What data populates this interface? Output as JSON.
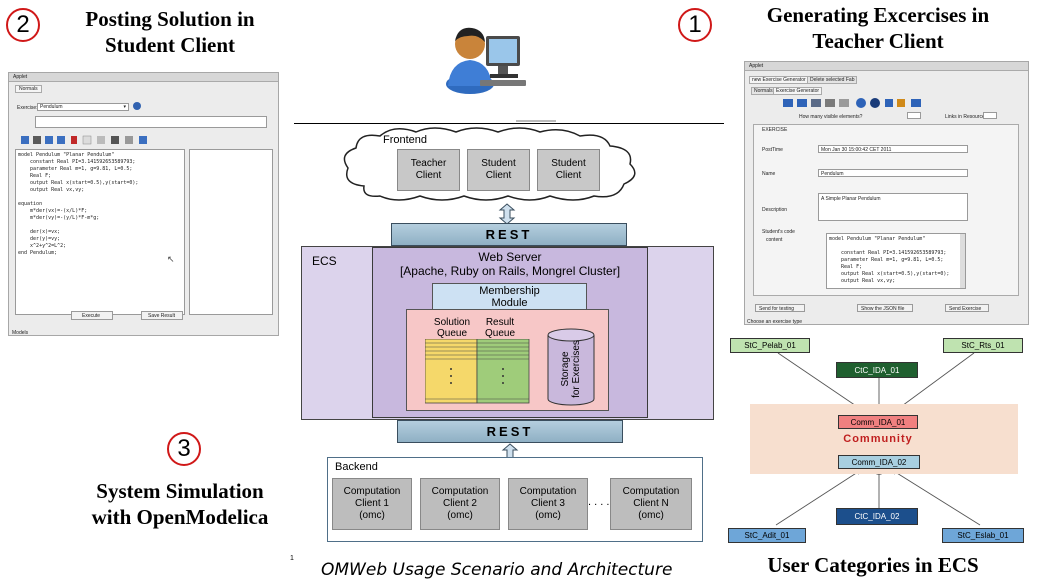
{
  "titles": {
    "posting": [
      "Posting Solution in",
      "Student Client"
    ],
    "generating": [
      "Generating Excercises in",
      "Teacher Client"
    ],
    "simulation": [
      "System Simulation",
      "with OpenModelica"
    ],
    "user_categories": "User Categories in ECS"
  },
  "steps": {
    "one": "1",
    "two": "2",
    "three": "3"
  },
  "caption": "OMWeb Usage Scenario and Architecture",
  "colors": {
    "step_circle": "#d01818",
    "frontend_cloud": "#ffffff",
    "ecs_frame": "#dcd3ec",
    "web_server": "#c8b8de",
    "membership": "#cde1f3",
    "queue_area": "#f7c7c7",
    "solution_queue": "#f5d86a",
    "result_queue": "#9fcc7a",
    "storage": "#c9b8dc",
    "rest_bar": "#9ebfd3",
    "community_area": "#f7dfcf",
    "community_text": "#c02020",
    "stc_green": "#bfe3b0",
    "ctc_darkgreen": "#1f5f2f",
    "comm_red": "#f08080",
    "comm_blue": "#a8cfe0",
    "stc_blue": "#6ea6d8",
    "ctc_darkblue": "#1c4f8c"
  },
  "architecture": {
    "frontend": {
      "label": "Frontend",
      "clients": [
        "Teacher\nClient",
        "Student\nClient",
        "Student\nClient"
      ]
    },
    "rest_top": "REST",
    "ecs": {
      "label": "ECS",
      "web_server": [
        "Web Server",
        "[Apache, Ruby on Rails, Mongrel Cluster]"
      ],
      "membership": [
        "Membership",
        "Module"
      ],
      "solution_queue": [
        "Solution",
        "Queue"
      ],
      "result_queue": [
        "Result",
        "Queue"
      ],
      "storage": [
        "Storage",
        "for Exercises"
      ]
    },
    "rest_bottom": "REST",
    "backend": {
      "label": "Backend",
      "clients": [
        [
          "Computation",
          "Client 1",
          "(omc)"
        ],
        [
          "Computation",
          "Client 2",
          "(omc)"
        ],
        [
          "Computation",
          "Client 3",
          "(omc)"
        ],
        [
          "Computation",
          "Client N",
          "(omc)"
        ]
      ],
      "ellipsis": ". . . ."
    }
  },
  "user_categories": {
    "top_left": "StC_Pelab_01",
    "top_right": "StC_Rts_01",
    "top_center": "CtC_IDA_01",
    "comm_1": "Comm_IDA_01",
    "community": "Community",
    "comm_2": "Comm_IDA_02",
    "bottom_left": "StC_Adit_01",
    "bottom_center": "CtC_IDA_02",
    "bottom_right": "StC_Eslab_01"
  },
  "student_client": {
    "window_title": "Applet",
    "tab": "Normals",
    "exercise_label": "Exercise:",
    "exercise_value": "Pendulum",
    "code_lines": [
      "model Pendulum \"Planar Pendulum\"",
      "    constant Real PI=3.141592653589793;",
      "    parameter Real m=1, g=9.81, L=0.5;",
      "    Real F;",
      "    output Real x(start=0.5),y(start=0);",
      "    output Real vx,vy;",
      "",
      "equation",
      "    m*der(vx)=-(x/L)*F;",
      "    m*der(vy)=-(y/L)*F-m*g;",
      "",
      "    der(x)=vx;",
      "    der(y)=vy;",
      "    x^2+y^2=L^2;",
      "end Pendulum;"
    ],
    "execute": "Execute",
    "save": "Save Result",
    "status": "Models"
  },
  "teacher_client": {
    "window_title": "Applet",
    "tabs": [
      "new Exercise Generator",
      "Delete selected Fab"
    ],
    "subtabs": [
      "Normals",
      "Exercise Generator"
    ],
    "visible_question": "How many visible elements?",
    "links_question": "Links in Resources?",
    "fieldset": "EXERCISE",
    "posttime_label": "PostTime",
    "posttime_value": "Mon Jan 30 15:00:42 CET 2011",
    "name_label": "Name",
    "name_value": "Pendulum",
    "description_label": "Description",
    "description_value": "A Simple Planar Pendulum",
    "student_code": "Student's code",
    "content_label": "content",
    "content_lines": [
      "model Pendulum \"Planar Pendulum\"",
      "",
      "    constant Real PI=3.141592653589793;",
      "    parameter Real m=1, g=9.81, L=0.5;",
      "    Real F;",
      "    output Real x(start=0.5),y(start=0);",
      "    output Real vx,vy;"
    ],
    "buttons": [
      "Send for testing",
      "Show the JSON file",
      "Send Exercise"
    ],
    "status": "Choose an exercise type"
  },
  "footnote": "1"
}
